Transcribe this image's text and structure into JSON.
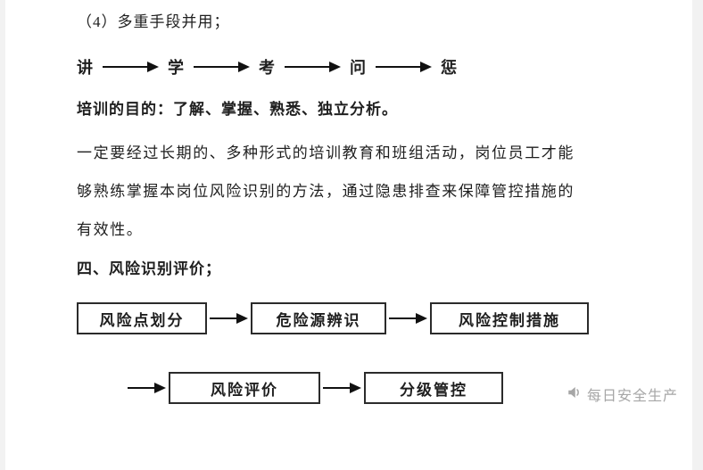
{
  "document": {
    "item4": "（4）多重手段并用；",
    "training_purpose": "培训的目的：了解、掌握、熟悉、独立分析。",
    "paragraph_lines": [
      "一定要经过长期的、多种形式的培训教育和班组活动，岗位员工才能",
      "够熟练掌握本岗位风险识别的方法，通过隐患排查来保障管控措施的",
      "有效性。"
    ],
    "section_heading": "四、风险识别评价；"
  },
  "flow": {
    "steps": [
      "讲",
      "学",
      "考",
      "问",
      "惩"
    ]
  },
  "diagram": {
    "row1_boxes": [
      "风险点划分",
      "危险源辨识",
      "风险控制措施"
    ],
    "row2_boxes": [
      "风险评价",
      "分级管控"
    ]
  },
  "watermark": {
    "text": "每日安全生产",
    "icon": "megaphone-icon",
    "color": "#a6a6a6"
  },
  "colors": {
    "text": "#1f1f1f",
    "box_border": "#2b2b2b",
    "arrow": "#111111"
  }
}
